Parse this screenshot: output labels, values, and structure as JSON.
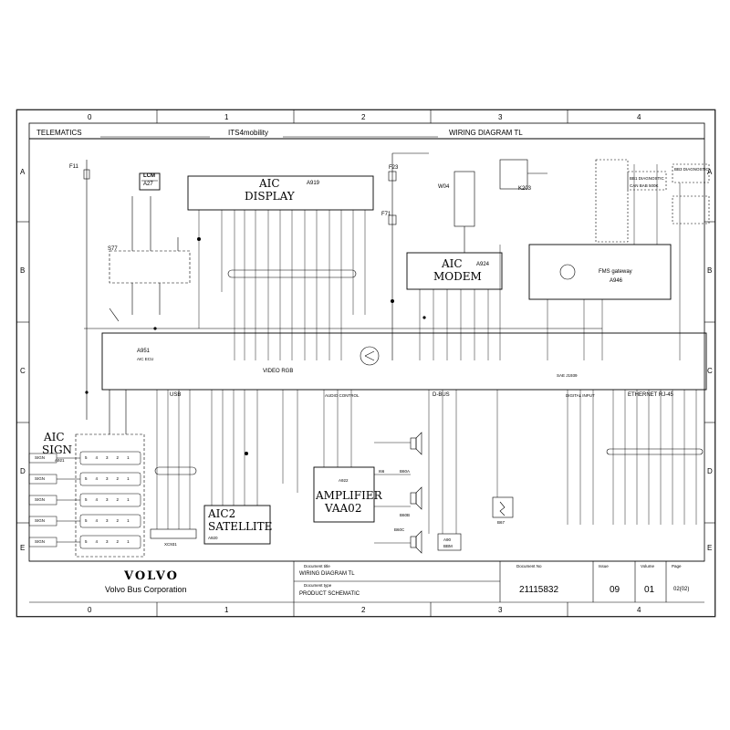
{
  "header": {
    "telematics": "TELEMATICS",
    "system": "ITS4mobility",
    "diagram_title": "WIRING DIAGRAM  TL"
  },
  "grid": {
    "columns": [
      "0",
      "1",
      "2",
      "3",
      "4"
    ],
    "rows": [
      "A",
      "B",
      "C",
      "D",
      "E"
    ]
  },
  "components": {
    "aic_display": {
      "title_line1": "AIC",
      "title_line2": "DISPLAY",
      "id": "A919"
    },
    "aic_modem": {
      "title_line1": "AIC",
      "title_line2": "MODEM",
      "id": "A924"
    },
    "fms_gateway": {
      "name": "FMS gateway",
      "id": "A946"
    },
    "aic_ecu": {
      "id": "A951",
      "name": "AIC ECU"
    },
    "aic_sign": {
      "title_line1": "AIC",
      "title_line2": "SIGN",
      "id": "A921"
    },
    "aic2_satellite": {
      "title_line1": "AIC2",
      "title_line2": "SATELLITE",
      "id": "A920"
    },
    "amplifier": {
      "title_line1": "AMPLIFIER",
      "title_line2": "VAA02",
      "id": "A922",
      "unit": "I66"
    },
    "lcm": {
      "name": "LCM",
      "id": "A27"
    },
    "fuse_f11": "F11",
    "fuse_f23": "F23",
    "fuse_f71": "F71",
    "relay_k203": "K203",
    "antenna_w04": "W04",
    "switch_s77": "S77",
    "speakers": [
      "B60A",
      "B60B",
      "B60C"
    ],
    "a90": {
      "id": "A90",
      "name": "BBM"
    },
    "b67": "B67",
    "xc931": "XC931",
    "can_blocks": [
      "BB1 DIAGNOSTIC",
      "BB3 DIAGNOSTIC",
      "CAN BAB 500K"
    ],
    "sign_labels": [
      "SIGN",
      "SIGN",
      "SIGN",
      "SIGN",
      "SIGN"
    ],
    "sign_pins": [
      "5",
      "4",
      "3",
      "2",
      "1"
    ]
  },
  "ecu_groups": {
    "usb": "USB",
    "video": "VIDEO RGB",
    "dbus": "D-BUS",
    "ethernet": "ETHERNET RJ-45",
    "sae": "SAE J1939",
    "audio_control": "AUDIO CONTROL",
    "digital_input": "DIGITAL INPUT"
  },
  "title_block": {
    "brand": "VOLVO",
    "company": "Volvo Bus Corporation",
    "doc_title_label": "Document title",
    "doc_title": "WIRING DIAGRAM TL",
    "doc_type_label": "Document type",
    "doc_type": "PRODUCT SCHEMATIC",
    "doc_no_label": "Document No",
    "doc_no": "21115832",
    "issue_label": "Issue",
    "issue": "09",
    "volume_label": "Volume",
    "volume": "01",
    "page_label": "Page",
    "page": "02(02)"
  }
}
